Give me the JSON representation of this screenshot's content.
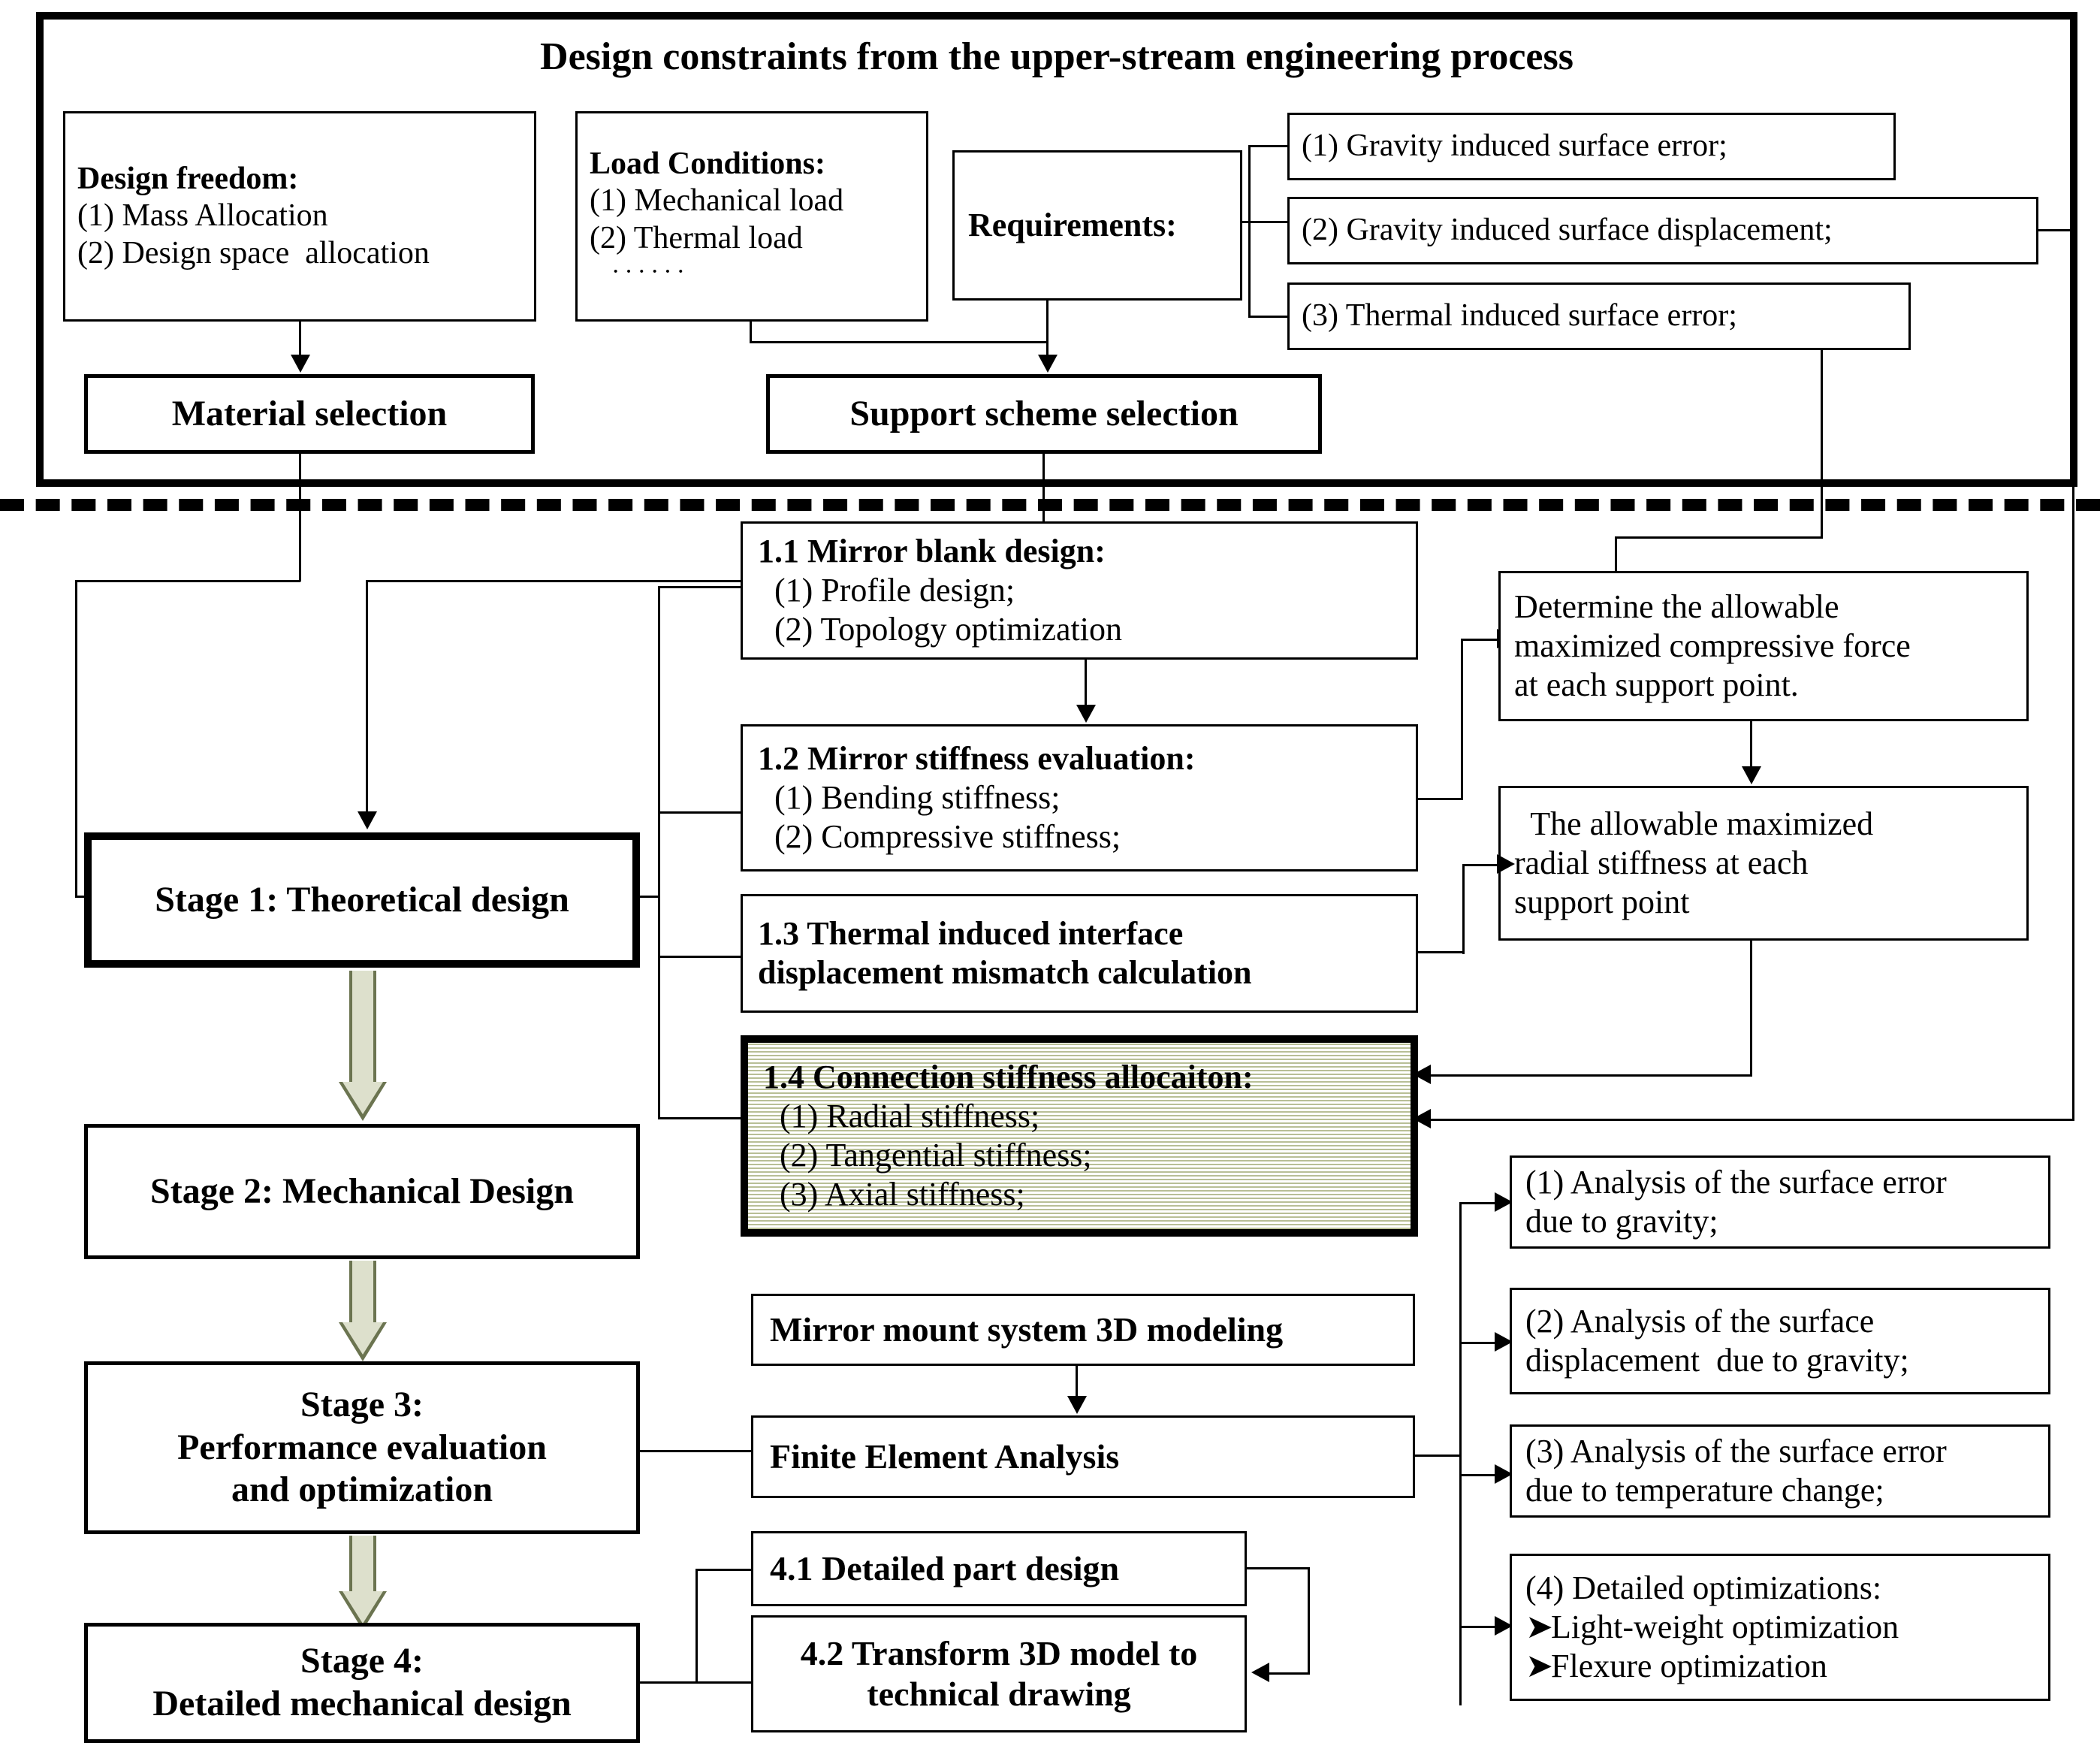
{
  "diagram": {
    "title": "Design constraints from the upper-stream engineering process",
    "upper_section": {
      "design_freedom": {
        "heading": "Design freedom:",
        "items": [
          "(1) Mass Allocation",
          "(2) Design space  allocation"
        ]
      },
      "load_conditions": {
        "heading": "Load Conditions:",
        "items": [
          "(1) Mechanical load",
          "(2) Thermal load",
          "  ······"
        ]
      },
      "requirements": {
        "heading": "Requirements:",
        "items": [
          "(1) Gravity induced surface error;",
          "(2) Gravity induced surface displacement;",
          "(3) Thermal induced surface error;"
        ]
      },
      "material_selection": "Material selection",
      "support_scheme_selection": "Support scheme selection"
    },
    "stages": [
      {
        "title": "Stage 1: Theoretical design"
      },
      {
        "title": "Stage 2: Mechanical Design"
      },
      {
        "title_line1": "Stage 3:",
        "title_line2": "Performance evaluation",
        "title_line3": "and optimization"
      },
      {
        "title_line1": "Stage 4:",
        "title_line2": "Detailed mechanical design"
      }
    ],
    "stage1_substeps": [
      {
        "heading": "1.1 Mirror blank design:",
        "items": [
          "  (1) Profile design;",
          "  (2) Topology optimization"
        ]
      },
      {
        "heading": "1.2 Mirror stiffness evaluation:",
        "items": [
          "  (1) Bending stiffness;",
          "  (2) Compressive stiffness;"
        ]
      },
      {
        "heading_line1": "1.3 Thermal induced interface",
        "heading_line2": "displacement mismatch calculation",
        "items": []
      },
      {
        "heading": "1.4 Connection stiffness allocaiton:",
        "items": [
          "  (1) Radial stiffness;",
          "  (2) Tangential stiffness;",
          "  (3) Axial stiffness;"
        ],
        "highlight_color": "#f2f3e7"
      }
    ],
    "right_column": {
      "compressive_force": {
        "lines": [
          "Determine the allowable",
          "maximized compressive force",
          "at each support point."
        ]
      },
      "radial_stiffness": {
        "lines": [
          "  The allowable maximized",
          "radial stiffness at each",
          "support point"
        ]
      }
    },
    "stage3_steps": [
      {
        "label": "Mirror mount system 3D modeling"
      },
      {
        "label": "Finite Element Analysis"
      }
    ],
    "stage3_analyses": [
      {
        "lines": [
          "(1) Analysis of the surface error",
          "due to gravity;"
        ]
      },
      {
        "lines": [
          "(2) Analysis of the surface",
          "displacement  due to gravity;"
        ]
      },
      {
        "lines": [
          "(3) Analysis of the surface error",
          "due to temperature change;"
        ]
      },
      {
        "lines": [
          "(4) Detailed optimizations:"
        ],
        "bullets": [
          "Light-weight optimization",
          "Flexure optimization"
        ],
        "bullet_glyph": "➤"
      }
    ],
    "stage4_steps": [
      {
        "label": "4.1 Detailed part design"
      },
      {
        "line1": "4.2 Transform 3D model to",
        "line2": "technical drawing"
      }
    ],
    "colors": {
      "stroke": "#000000",
      "background": "#ffffff",
      "highlight_fill": "#f2f3e7",
      "block_arrow_fill": "#dde0cc"
    }
  }
}
